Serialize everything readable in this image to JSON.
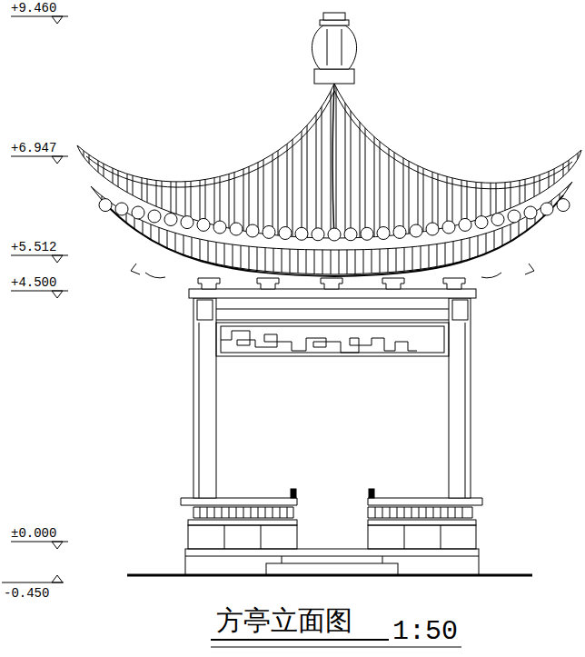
{
  "diagram": {
    "title": "方亭立面图",
    "labels": [
      "+9.460",
      "+6.947",
      "+5.512",
      "+4.500",
      "±0.000",
      "-0.450",
      "1:50"
    ]
  }
}
